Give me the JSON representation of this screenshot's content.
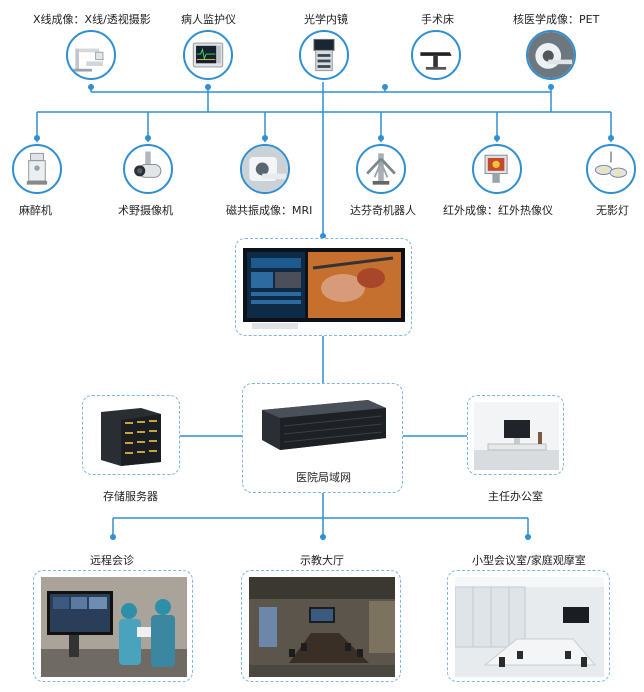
{
  "top_devices": [
    {
      "label": "X线成像：X线/透视摄影",
      "icon": "xray-machine-icon"
    },
    {
      "label": "病人监护仪",
      "icon": "patient-monitor-icon"
    },
    {
      "label": "光学内镜",
      "icon": "endoscope-tower-icon"
    },
    {
      "label": "手术床",
      "icon": "surgical-table-icon"
    },
    {
      "label": "核医学成像：PET",
      "icon": "pet-scanner-icon"
    }
  ],
  "bottom_devices": [
    {
      "label": "麻醉机",
      "icon": "anesthesia-machine-icon"
    },
    {
      "label": "术野摄像机",
      "icon": "surgical-camera-icon"
    },
    {
      "label": "磁共振成像：MRI",
      "icon": "mri-scanner-icon"
    },
    {
      "label": "达芬奇机器人",
      "icon": "davinci-robot-icon"
    },
    {
      "label": "红外成像：红外热像仪",
      "icon": "infrared-camera-icon"
    },
    {
      "label": "无影灯",
      "icon": "surgical-lamp-icon"
    }
  ],
  "center": {
    "monitor_icon": "surgical-display-icon",
    "server_label": "医院局域网",
    "server_icon": "rack-server-icon"
  },
  "side": {
    "storage_label": "存储服务器",
    "storage_icon": "storage-server-icon",
    "office_label": "主任办公室",
    "office_icon": "director-office-icon"
  },
  "destinations": [
    {
      "label": "远程会诊",
      "icon": "remote-consultation-icon"
    },
    {
      "label": "示教大厅",
      "icon": "teaching-hall-icon"
    },
    {
      "label": "小型会议室/家庭观摩室",
      "icon": "meeting-room-icon"
    }
  ],
  "colors": {
    "line": "#2f8fd0",
    "dashed_border": "#7cb6e2",
    "node": "#2f8fd0"
  }
}
